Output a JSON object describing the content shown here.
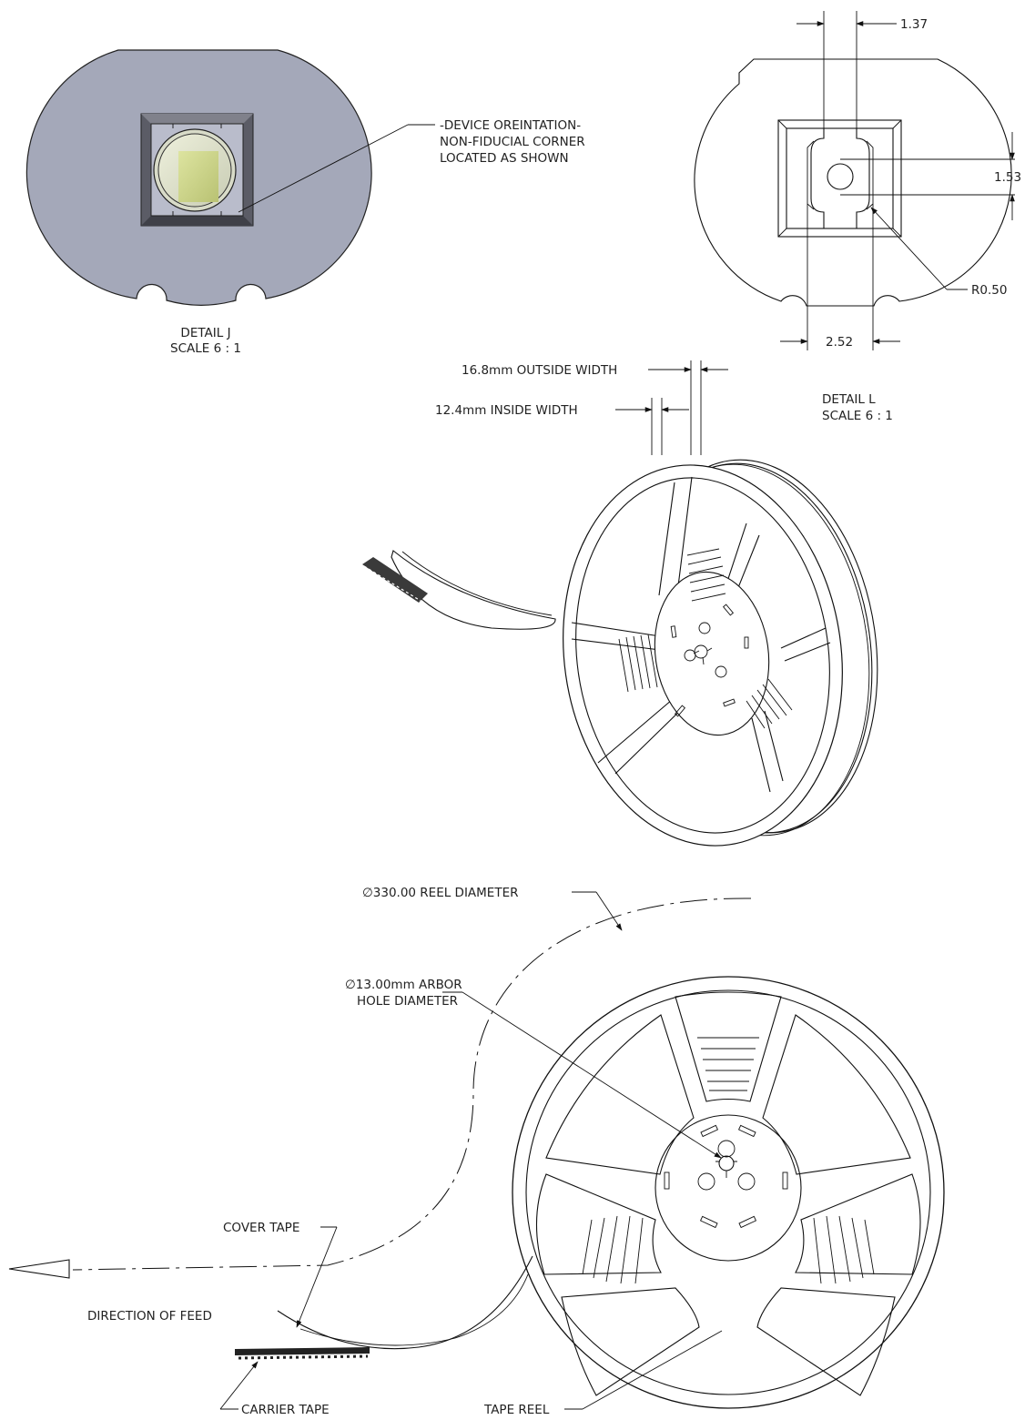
{
  "detail_j": {
    "title": "DETAIL J",
    "scale": "SCALE 6 : 1",
    "note_line1": "-DEVICE OREINTATION-",
    "note_line2": "NON-FIDUCIAL CORNER",
    "note_line3": "LOCATED AS SHOWN",
    "colors": {
      "disc": "#a4a8b9",
      "package": "#555560",
      "lens": "#dfe2c9",
      "die": "#c9d08a"
    }
  },
  "detail_l": {
    "title": "DETAIL L",
    "scale": "SCALE 6 : 1",
    "dim_top": "1.37",
    "dim_right": "1.53",
    "dim_radius": "R0.50",
    "dim_bottom": "2.52"
  },
  "reel_iso": {
    "outside_width": "16.8mm OUTSIDE WIDTH",
    "inside_width": "12.4mm INSIDE WIDTH"
  },
  "reel_front": {
    "reel_diameter": "330.00 REEL DIAMETER",
    "arbor_line1": "13.00mm ARBOR",
    "arbor_line2": "HOLE DIAMETER",
    "diameter_symbol": "∅",
    "cover_tape": "COVER TAPE",
    "direction": "DIRECTION OF FEED",
    "carrier_tape": "CARRIER TAPE",
    "tape_reel": "TAPE REEL"
  }
}
